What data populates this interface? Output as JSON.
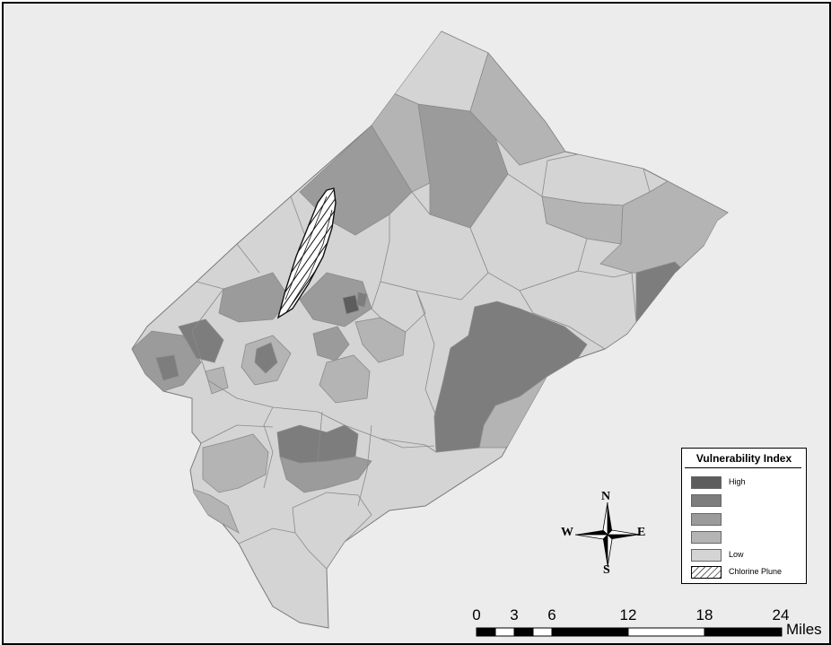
{
  "legend": {
    "title": "Vulnerability Index",
    "items": [
      {
        "label": "High",
        "color": "#5d5d5d"
      },
      {
        "label": "",
        "color": "#7d7d7d"
      },
      {
        "label": "",
        "color": "#9b9b9b"
      },
      {
        "label": "",
        "color": "#b4b4b4"
      },
      {
        "label": "Low",
        "color": "#d4d4d4"
      },
      {
        "label": "Chlorine Plune",
        "pattern": "hatch"
      }
    ]
  },
  "compass": {
    "north": "N",
    "south": "S",
    "east": "E",
    "west": "W"
  },
  "scale_bar": {
    "ticks": [
      "0",
      "3",
      "6",
      "12",
      "18",
      "24"
    ],
    "unit": "Miles"
  },
  "colors": {
    "background": "#ececec",
    "boundary": "#7a7a7a",
    "plume": "#111111"
  }
}
